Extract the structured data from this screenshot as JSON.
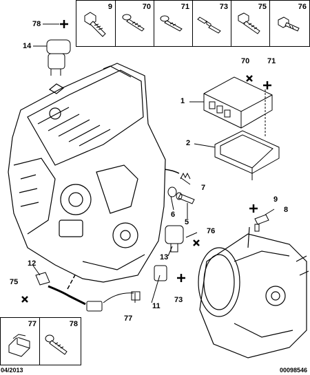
{
  "top_fasteners": [
    "9",
    "70",
    "71",
    "73",
    "75",
    "76"
  ],
  "bottom_fasteners": [
    "77",
    "78"
  ],
  "callouts": {
    "c78": "78",
    "c14": "14",
    "c70": "70",
    "c71": "71",
    "c1": "1",
    "c2": "2",
    "c7": "7",
    "c6": "6",
    "c5": "5",
    "c9": "9",
    "c8": "8",
    "c76": "76",
    "c13": "13",
    "c12": "12",
    "c75": "75",
    "c11": "11",
    "c73": "73",
    "c77": "77"
  },
  "footer": {
    "date": "04/2013",
    "ref": "00098546"
  }
}
